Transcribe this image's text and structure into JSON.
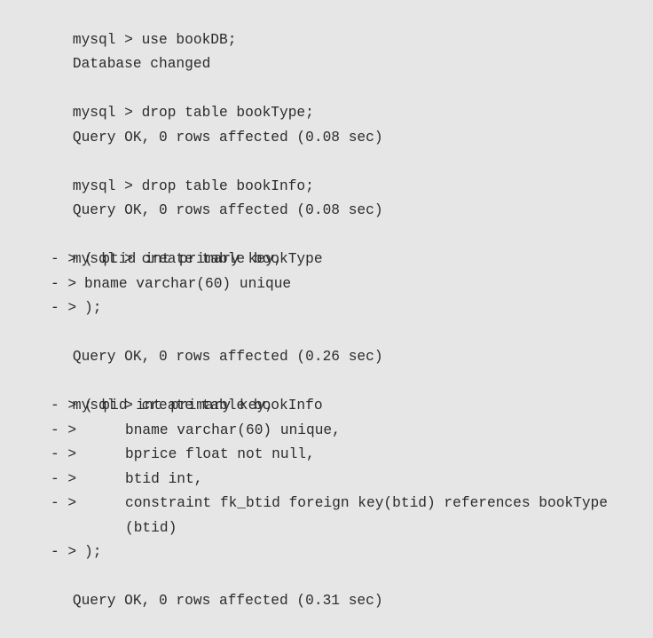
{
  "terminal": {
    "lines": [
      {
        "kind": "prompt",
        "prompt": "mysql > ",
        "text": "use bookDB;"
      },
      {
        "kind": "output",
        "text": "Database changed"
      },
      {
        "kind": "blank"
      },
      {
        "kind": "prompt",
        "prompt": "mysql > ",
        "text": "drop table bookType;"
      },
      {
        "kind": "output",
        "text": "Query OK, 0 rows affected (0.08 sec)"
      },
      {
        "kind": "blank"
      },
      {
        "kind": "prompt",
        "prompt": "mysql > ",
        "text": "drop table bookInfo;"
      },
      {
        "kind": "output",
        "text": "Query OK, 0 rows affected (0.08 sec)"
      },
      {
        "kind": "blank"
      },
      {
        "kind": "prompt",
        "prompt": "mysql > ",
        "text": "create table bookType"
      },
      {
        "kind": "cont",
        "prompt": "- >",
        "text": "( btid int primary key,"
      },
      {
        "kind": "cont",
        "prompt": "- >",
        "text": "bname varchar(60) unique"
      },
      {
        "kind": "cont",
        "prompt": "- >",
        "text": ");"
      },
      {
        "kind": "output",
        "text": "Query OK, 0 rows affected (0.26 sec)"
      },
      {
        "kind": "blank"
      },
      {
        "kind": "prompt",
        "prompt": "mysql > ",
        "text": "create table bookInfo"
      },
      {
        "kind": "cont",
        "prompt": "- >",
        "text": "( bid int primary key,"
      },
      {
        "kind": "cont2",
        "prompt": "- >",
        "text": "bname varchar(60) unique,"
      },
      {
        "kind": "cont2",
        "prompt": "- >",
        "text": "bprice float not null,"
      },
      {
        "kind": "cont2",
        "prompt": "- >",
        "text": "btid int,"
      },
      {
        "kind": "cont2",
        "prompt": "- >",
        "text": "constraint fk_btid foreign key(btid) references bookType"
      },
      {
        "kind": "wrap",
        "text": "(btid)"
      },
      {
        "kind": "cont",
        "prompt": "- >",
        "text": ");"
      },
      {
        "kind": "output",
        "text": "Query OK, 0 rows affected (0.31 sec)"
      }
    ]
  }
}
